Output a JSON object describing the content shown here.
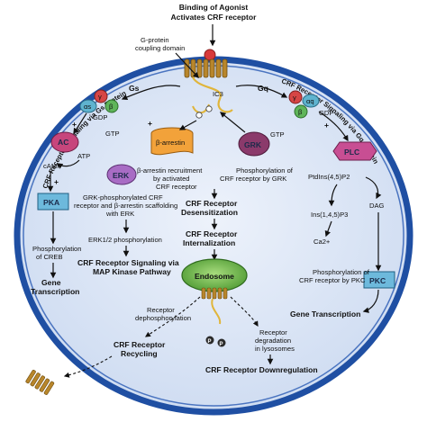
{
  "header": {
    "line1": "Binding of Agonist",
    "line2": "Activates CRF receptor"
  },
  "left_arc": "CRF Receptor Signaling via Gs Protein",
  "right_arc": "CRF Receptor Signaling via Gq Protein",
  "g_coupling": [
    "G-protein",
    "coupling domain"
  ],
  "ic3": "IC3",
  "gs": "Gs",
  "gq": "Gq",
  "subunits": {
    "alpha_s": "αs",
    "alpha_q": "αq",
    "gamma": "γ",
    "beta": "β"
  },
  "gdp": "GDP",
  "gtp": "GTP",
  "atp": "ATP",
  "camp": "cAMP",
  "ac": "AC",
  "pka": "PKA",
  "erk": "ERK",
  "arrestin": "β-arrestin",
  "grk": "GRK",
  "plc": "PLC",
  "pkc": "PKC",
  "p_marker": "P",
  "arrestin_text": [
    "β-arrestin recruitment",
    "by activated",
    "CRF receptor"
  ],
  "grk_text": [
    "Phosphorylation of",
    "CRF receptor by GRK"
  ],
  "grk_scaffold": [
    "GRK-phosphorylated CRF",
    "receptor and β-arrestin scaffolding",
    "with ERK"
  ],
  "erk_phos": "ERK1/2 phosphorylation",
  "mapk": [
    "CRF Receptor Signaling via",
    "MAP Kinase Pathway"
  ],
  "desens": [
    "CRF Receptor",
    "Desensitization"
  ],
  "intern": [
    "CRF Receptor",
    "Internalization"
  ],
  "endosome": "Endosome",
  "creb": [
    "Phosphorylation",
    "of CREB"
  ],
  "gene_left": [
    "Gene",
    "Transcription"
  ],
  "gene_right": "Gene Transcription",
  "dephos": [
    "Receptor",
    "dephosphorylation"
  ],
  "recycling": [
    "CRF Receptor",
    "Recycling"
  ],
  "degradation": [
    "Receptor",
    "degradation",
    "in lysosomes"
  ],
  "downreg": "CRF Receptor Downregulation",
  "ptdins": "PtdIns(4,5)P2",
  "dag": "DAG",
  "ins": "Ins(1,4,5)P3",
  "ca": "Ca2+",
  "pkc_phos": [
    "Phosphorylation of",
    "CRF receptor by PKC"
  ],
  "signs": {
    "plus": "+",
    "minus": "−"
  },
  "colors": {
    "membrane": "#1f4fa3",
    "cytoplasm": "#dbe6f6",
    "receptor": "#b8862b",
    "ac": "#c7467c",
    "alpha": "#5fb3cf",
    "gamma": "#d64545",
    "beta": "#5fb55a",
    "arrestin": "#f2a23a",
    "grk": "#8b3a6b",
    "erk": "#a86cc4",
    "plc": "#c84e93",
    "pka": "#6db9dc",
    "endosome": "#6bb046"
  }
}
